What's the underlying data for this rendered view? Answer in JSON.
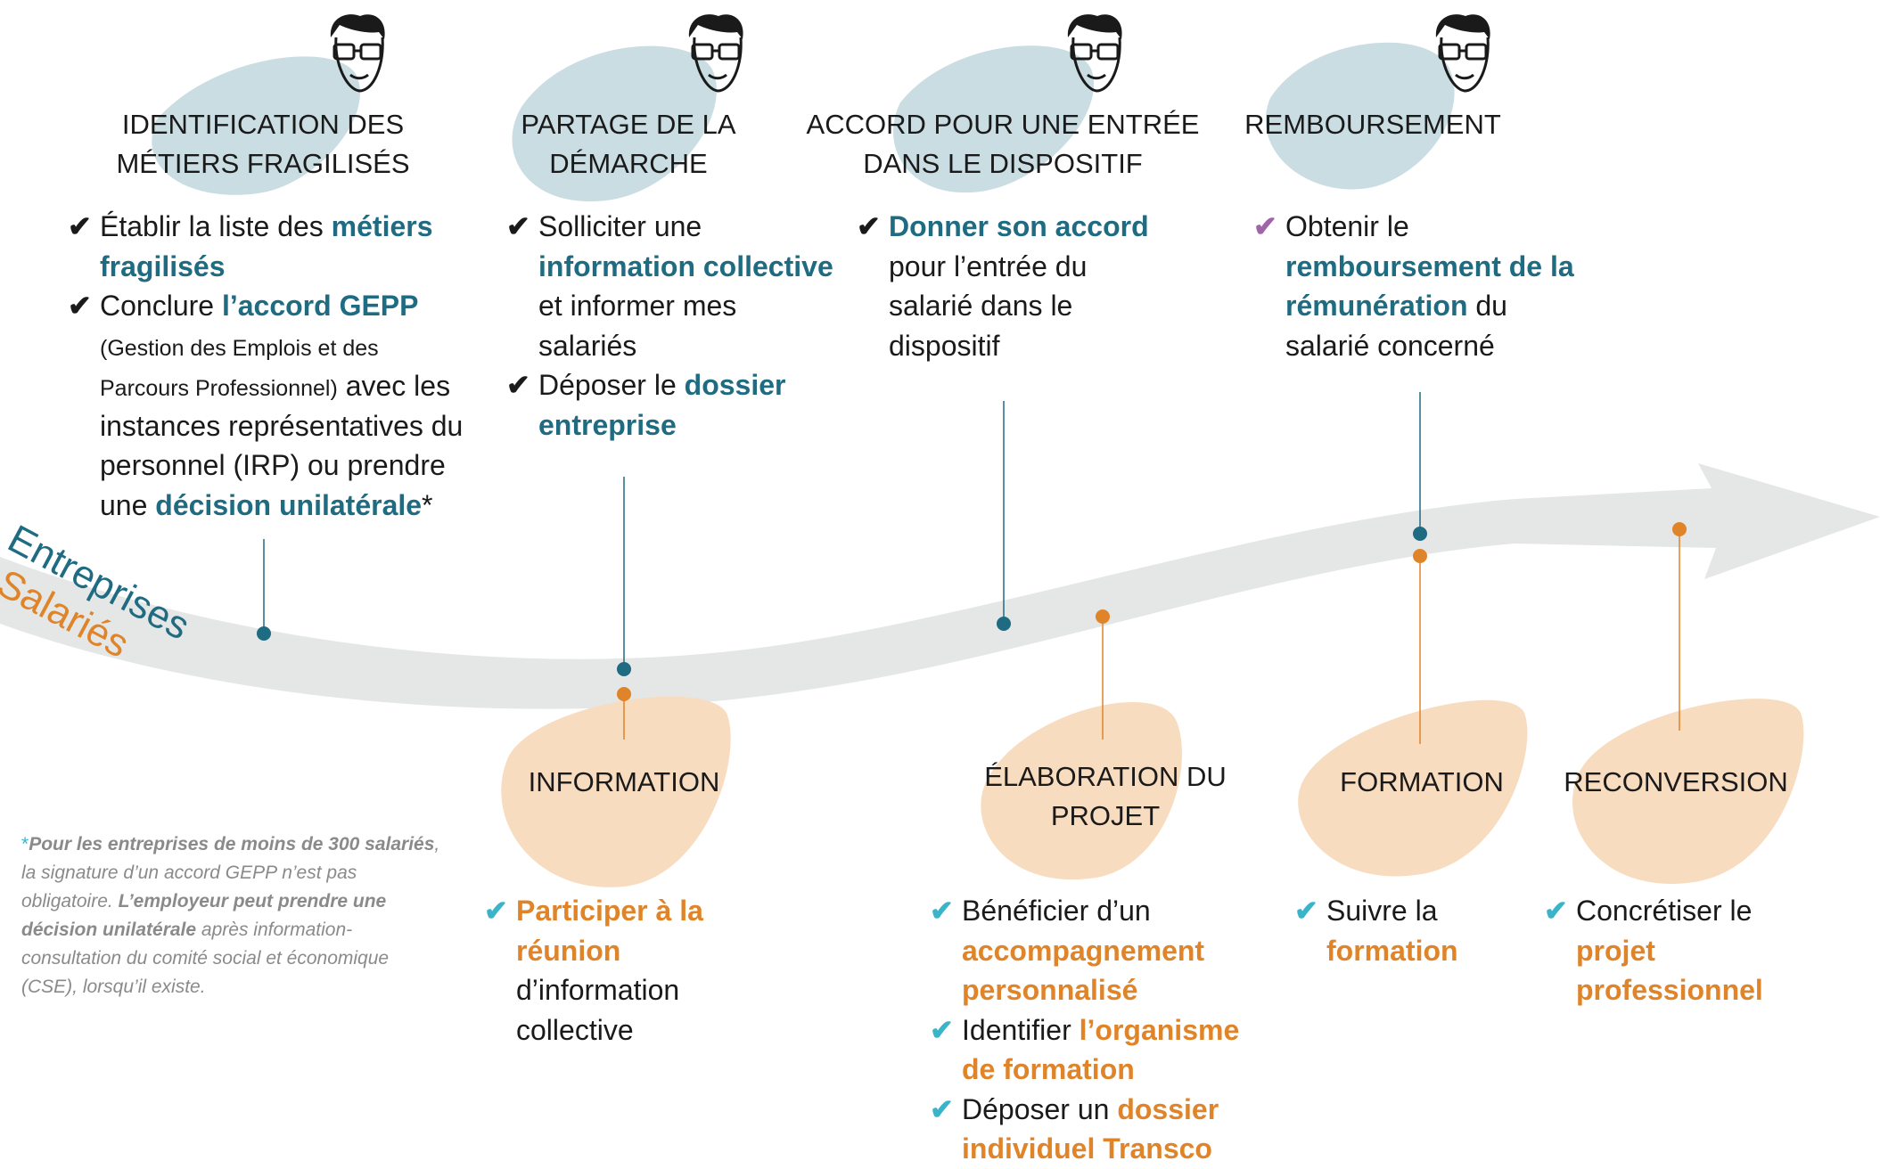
{
  "axis": {
    "entreprises_label": "Entreprises",
    "salaries_label": "Salariés"
  },
  "colors": {
    "teal": "#1e6b82",
    "orange": "#e0842a",
    "blob_blue": "#c9dde3",
    "blob_peach": "#f7dcc0",
    "check_cyan": "#3ab4c8",
    "check_purple": "#a064a8",
    "arrow_gray": "#e4e7e6"
  },
  "company_steps": [
    {
      "title_line1": "IDENTIFICATION DES",
      "title_line2": "MÉTIERS FRAGILISÉS",
      "bullet1": {
        "a": "Établir la liste des ",
        "b": "métiers",
        "c": "fragilisés"
      },
      "bullet2": {
        "a": "Conclure ",
        "b": "l’accord GEPP",
        "c": "(Gestion des Emplois et des",
        "d": "Parcours Professionnel)",
        "e": " avec les",
        "f": "instances représentatives du",
        "g": "personnel (IRP) ou prendre",
        "h": "une ",
        "i": "décision unilatérale",
        "j": "*"
      }
    },
    {
      "title_line1": "PARTAGE DE LA",
      "title_line2": "DÉMARCHE",
      "bullet1": {
        "a": "Solliciter une",
        "b": "information collective",
        "c": "et informer mes",
        "d": "salariés"
      },
      "bullet2": {
        "a": "Déposer le ",
        "b": "dossier",
        "c": "entreprise"
      }
    },
    {
      "title_line1": "ACCORD POUR UNE ENTRÉE",
      "title_line2": "DANS LE DISPOSITIF",
      "bullet1": {
        "a": "Donner son accord",
        "b": "pour l’entrée du",
        "c": "salarié dans le",
        "d": "dispositif"
      }
    },
    {
      "title_line1": "REMBOURSEMENT",
      "bullet1": {
        "a": "Obtenir le",
        "b": "remboursement de la",
        "c": "rémunération",
        "d": " du",
        "e": "salarié concerné"
      }
    }
  ],
  "employee_steps": [
    {
      "title_line1": "INFORMATION",
      "bullet1": {
        "a": "Participer à la",
        "b": "réunion",
        "c": "d’information",
        "d": "collective"
      }
    },
    {
      "title_line1": "ÉLABORATION DU",
      "title_line2": "PROJET",
      "bullet1": {
        "a": "Bénéficier d’un",
        "b": "accompagnement",
        "c": "personnalisé"
      },
      "bullet2": {
        "a": "Identifier ",
        "b": "l’organisme",
        "c": "de formation"
      },
      "bullet3": {
        "a": "Déposer un ",
        "b": "dossier",
        "c": "individuel Transco"
      }
    },
    {
      "title_line1": "FORMATION",
      "bullet1": {
        "a": "Suivre la",
        "b": "formation"
      }
    },
    {
      "title_line1": "RECONVERSION",
      "bullet1": {
        "a": "Concrétiser le",
        "b": "projet",
        "c": "professionnel"
      }
    }
  ],
  "check_glyph": "✔",
  "footnote": {
    "star": "*",
    "b1": "Pour les entreprises de moins de 300 salariés",
    "t1": ", la signature d’un accord GEPP n’est pas obligatoire. ",
    "b2": "L’employeur peut prendre une décision unilatérale",
    "t2": " après information-consultation du comité social et économique (CSE), lorsqu’il existe."
  }
}
